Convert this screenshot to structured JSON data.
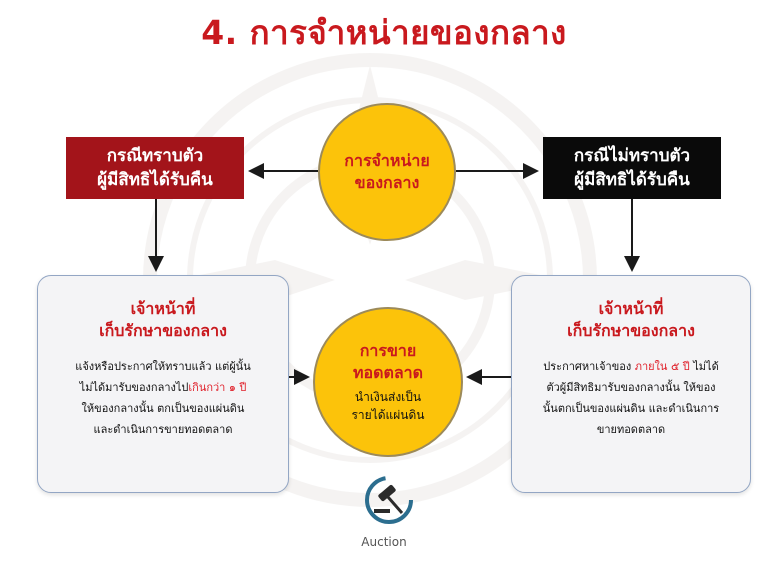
{
  "title": "4. การจำหน่ายของกลาง",
  "center_circle": {
    "line1": "การจำหน่าย",
    "line2": "ของกลาง"
  },
  "left_case": {
    "line1": "กรณีทราบตัว",
    "line2": "ผู้มีสิทธิได้รับคืน"
  },
  "right_case": {
    "line1": "กรณีไม่ทราบตัว",
    "line2": "ผู้มีสิทธิได้รับคืน"
  },
  "left_panel": {
    "heading1": "เจ้าหน้าที่",
    "heading2": "เก็บรักษาของกลาง",
    "line1": "แจ้งหรือประกาศให้ทราบแล้ว  แต่ผู้นั้น",
    "line2_pre": "ไม่ได้มารับของกลางไป",
    "line2_hl": "เกินกว่า ๑ ปี",
    "line3": "ให้ของกลางนั้น ตกเป็นของแผ่นดิน",
    "line4": "และดำเนินการขายทอดตลาด"
  },
  "right_panel": {
    "heading1": "เจ้าหน้าที่",
    "heading2": "เก็บรักษาของกลาง",
    "line1_pre": "ประกาศหาเจ้าของ ",
    "line1_hl": "ภายใน ๕ ปี",
    "line1_post": " ไม่ได้",
    "line2": "ตัวผู้มีสิทธิมารับของกลางนั้น ให้ของ",
    "line3": "นั้นตกเป็นของแผ่นดิน และดำเนินการ",
    "line4": "ขายทอดตลาด"
  },
  "auction_circle": {
    "line1": "การขาย",
    "line2": "ทอดตลาด",
    "text1": "นำเงินส่งเป็น",
    "text2": "รายได้แผ่นดิน"
  },
  "logo": {
    "label": "Auction",
    "icon": "gavel-icon"
  },
  "colors": {
    "title_red": "#c9191e",
    "dark_red_box": "#a3141a",
    "black_box": "#0a0a0a",
    "circle_yellow": "#fcc30a",
    "panel_border": "#93a6c4"
  }
}
